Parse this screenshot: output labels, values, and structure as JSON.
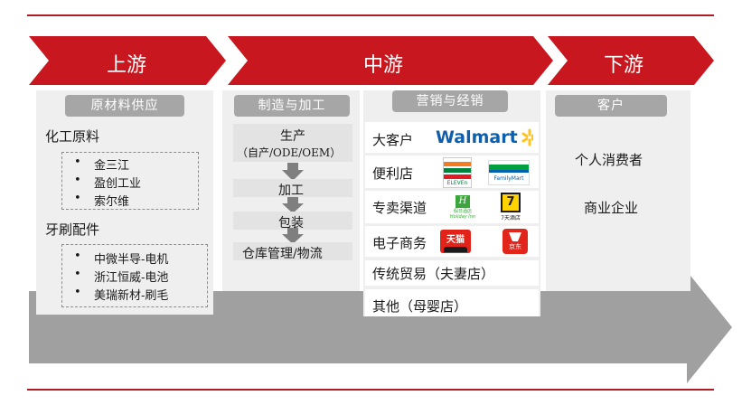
{
  "stages": {
    "upstream": "上游",
    "midstream": "中游",
    "downstream": "下游"
  },
  "columns": {
    "raw_materials": {
      "header": "原材料供应",
      "group1_title": "化工原料",
      "group1_items": [
        "金三江",
        "盈创工业",
        "索尔维"
      ],
      "group2_title": "牙刷配件",
      "group2_items": [
        "中微半导-电机",
        "浙江恒威-电池",
        "美瑞新材-刷毛"
      ]
    },
    "manufacturing": {
      "header": "制造与加工",
      "step1_line1": "生产",
      "step1_line2": "（自产/ODE/OEM）",
      "step2": "加工",
      "step3": "包装",
      "step4": "仓库管理/物流"
    },
    "marketing": {
      "header": "营销与经销",
      "row1": "大客户",
      "row2": "便利店",
      "row3": "专卖渠道",
      "row4": "电子商务",
      "row5": "传统贸易（夫妻店）",
      "row6": "其他（母婴店）",
      "logos": {
        "walmart": "Walmart",
        "seven_eleven": "ELEVEn",
        "familymart": "FamilyMart",
        "holiday_inn_cn": "假日酒店",
        "holiday_inn": "Holiday Inn",
        "seven_days_cn": "7天酒店",
        "tmall": "天猫",
        "jd": "京东"
      }
    },
    "customers": {
      "header": "客户",
      "item1": "个人消费者",
      "item2": "商业企业"
    }
  },
  "colors": {
    "brand_red": "#c8171e",
    "rule_red": "#b01c22",
    "pill_gray": "#a6a6a6",
    "panel_gray": "#efefef",
    "arrow_gray": "#a0a0a0",
    "walmart_blue": "#0d5fae",
    "walmart_yellow": "#ffc220"
  },
  "icons": {
    "flow_arrow": "big-right-arrow-icon",
    "down_arrow": "down-arrow-icon",
    "stage_chevron": "chevron-shape"
  }
}
